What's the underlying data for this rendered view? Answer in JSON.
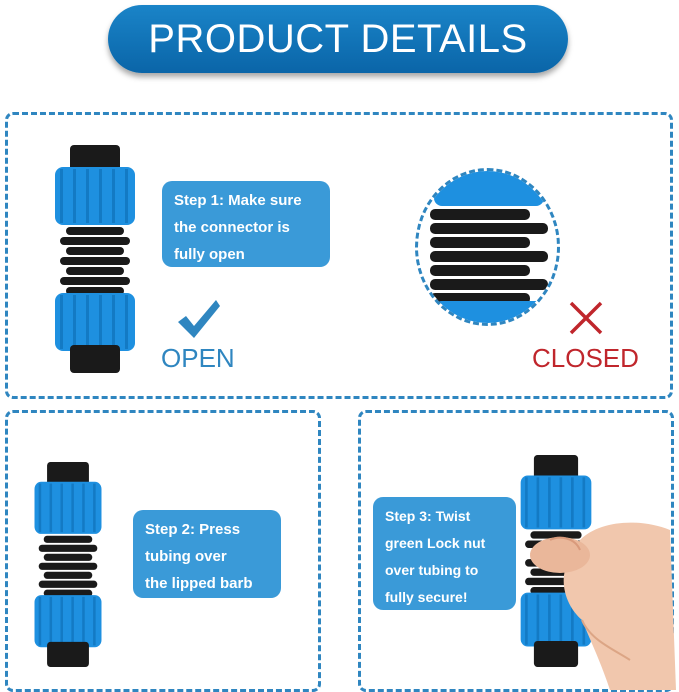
{
  "header": {
    "title": "PRODUCT DETAILS"
  },
  "step1": {
    "text_lines": [
      "Step 1: Make sure",
      "the connector is",
      "fully open"
    ],
    "open_label": "OPEN",
    "closed_label": "CLOSED"
  },
  "step2": {
    "text_lines": [
      "Step 2: Press",
      "tubing over",
      "the lipped barb"
    ]
  },
  "step3": {
    "text_lines": [
      "Step 3: Twist",
      "green Lock nut",
      "over tubing to",
      "fully secure!"
    ]
  },
  "colors": {
    "header": "#0a6fb5",
    "step_box": "#3a9ad8",
    "border": "#2f86c0",
    "open": "#2f86c0",
    "closed": "#c0262c",
    "connector_blue": "#1e90e0",
    "connector_black": "#1a1a1a"
  },
  "icons": {
    "open": "check-icon",
    "closed": "x-icon"
  }
}
